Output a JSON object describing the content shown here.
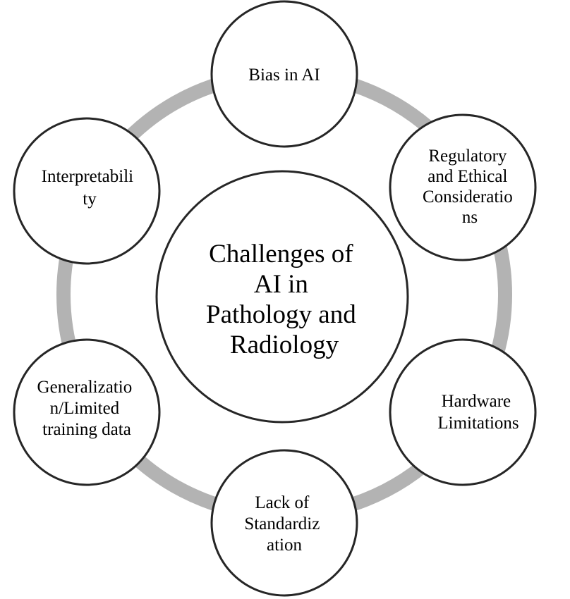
{
  "diagram": {
    "center": {
      "lines": [
        "Challenges of",
        "AI in",
        "Pathology and",
        "Radiology"
      ]
    },
    "nodes": [
      {
        "id": "bias",
        "lines": [
          "Bias in AI"
        ]
      },
      {
        "id": "regulatory",
        "lines": [
          "Regulatory",
          "and Ethical",
          "Consideratio",
          "ns"
        ]
      },
      {
        "id": "hardware",
        "lines": [
          "Hardware",
          "Limitations"
        ]
      },
      {
        "id": "standardization",
        "lines": [
          "Lack of",
          "Standardiz",
          "ation"
        ]
      },
      {
        "id": "generalization",
        "lines": [
          "Generalizatio",
          "n/Limited",
          "training data"
        ]
      },
      {
        "id": "interpretability",
        "lines": [
          "Interpretabili",
          "ty"
        ]
      }
    ],
    "colors": {
      "ring": "#b3b3b3",
      "circle_stroke": "#262626",
      "circle_fill": "#ffffff",
      "text": "#000000"
    }
  }
}
